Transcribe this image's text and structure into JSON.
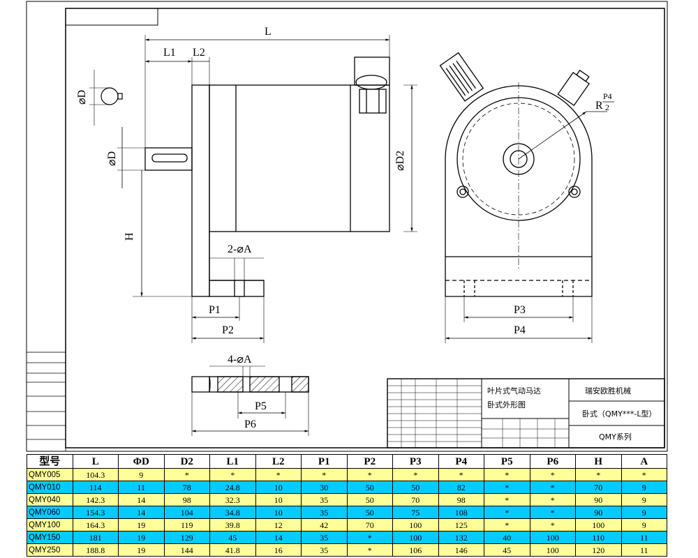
{
  "dimension_labels": {
    "L": "L",
    "L1": "L1",
    "L2": "L2",
    "phiD_small": "⌀D",
    "phiD": "⌀D",
    "H": "H",
    "phiD2": "⌀D2",
    "two_phiA": "2-⌀A",
    "P1": "P1",
    "P2": "P2",
    "P3": "P3",
    "P4": "P4",
    "R_num": "P4",
    "R_prefix": "R",
    "R_den": "2",
    "four_phiA": "4-⌀A",
    "P5": "P5",
    "P6": "P6"
  },
  "left_stamp": {
    "rows": [
      "",
      "",
      ""
    ],
    "tokens": [
      "",
      "",
      "",
      "",
      ""
    ]
  },
  "title_block": {
    "name_line1": "叶片式气动马达",
    "name_line2": "卧式外形图",
    "company": "瑞安欧胜机械",
    "model_line": "卧式（QMY***-L型）",
    "series": "QMY系列",
    "scale_marks": [
      "",
      ""
    ]
  },
  "table": {
    "colors": {
      "yellow": "#ffff99",
      "cyan": "#00ccff"
    },
    "headers": [
      "型号",
      "L",
      "ΦD",
      "D2",
      "L1",
      "L2",
      "P1",
      "P2",
      "P3",
      "P4",
      "P5",
      "P6",
      "H",
      "A"
    ],
    "rows": [
      {
        "bg": "yellow",
        "cells": [
          "QMY005",
          "104.3",
          "9",
          "*",
          "*",
          "*",
          "*",
          "*",
          "*",
          "*",
          "*",
          "*",
          "*",
          "*"
        ]
      },
      {
        "bg": "cyan",
        "cells": [
          "QMY010",
          "114",
          "11",
          "78",
          "24.8",
          "10",
          "30",
          "50",
          "50",
          "82",
          "*",
          "*",
          "70",
          "9"
        ]
      },
      {
        "bg": "yellow",
        "cells": [
          "QMY040",
          "142.3",
          "14",
          "98",
          "32.3",
          "10",
          "35",
          "50",
          "70",
          "98",
          "*",
          "*",
          "90",
          "9"
        ]
      },
      {
        "bg": "cyan",
        "cells": [
          "QMY060",
          "154.3",
          "14",
          "104",
          "34.8",
          "10",
          "35",
          "50",
          "75",
          "108",
          "*",
          "*",
          "90",
          "9"
        ]
      },
      {
        "bg": "yellow",
        "cells": [
          "QMY100",
          "164.3",
          "19",
          "119",
          "39.8",
          "12",
          "42",
          "70",
          "100",
          "125",
          "*",
          "*",
          "100",
          "9"
        ]
      },
      {
        "bg": "cyan",
        "cells": [
          "QMY150",
          "181",
          "19",
          "129",
          "45",
          "14",
          "35",
          "*",
          "100",
          "132",
          "40",
          "100",
          "110",
          "11"
        ]
      },
      {
        "bg": "yellow",
        "cells": [
          "QMY250",
          "188.8",
          "19",
          "144",
          "41.8",
          "16",
          "35",
          "*",
          "106",
          "146",
          "45",
          "100",
          "120",
          "11"
        ]
      }
    ]
  }
}
